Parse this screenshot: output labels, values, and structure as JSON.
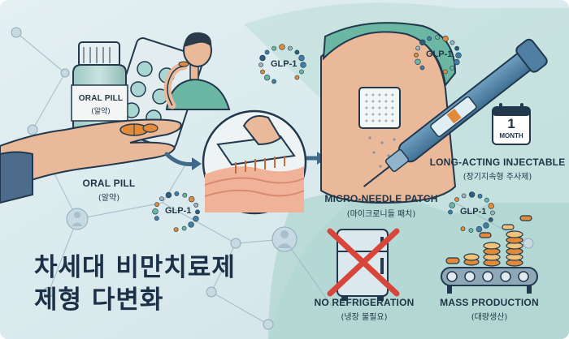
{
  "title": {
    "line1": "차세대 비만치료제",
    "line2": "제형 다변화"
  },
  "oral_pill": {
    "bottle_label": "ORAL PILL",
    "bottle_label_kr": "(알약)",
    "caption": "ORAL PILL",
    "caption_kr": "(알약)"
  },
  "microneedle": {
    "caption": "MICRO-NEEDLE PATCH",
    "caption_kr": "(마이크로니들 패치)"
  },
  "injectable": {
    "caption": "LONG-ACTING INJECTABLE",
    "caption_kr": "(장기지속형 주사제)",
    "calendar_number": "1",
    "calendar_unit": "MONTH"
  },
  "no_refrigeration": {
    "caption": "NO REFRIGERATION",
    "caption_kr": "(냉장 불필요)"
  },
  "mass_production": {
    "caption": "MASS PRODUCTION",
    "caption_kr": "(대량생산)"
  },
  "molecule_label": "GLP-1",
  "colors": {
    "background": "#d6e8ec",
    "teal_panel": "#a9d2cc",
    "outline": "#22394d",
    "pill_orange": "#e08a3a",
    "cross_red": "#d8453a",
    "skin": "#e9b99a"
  }
}
